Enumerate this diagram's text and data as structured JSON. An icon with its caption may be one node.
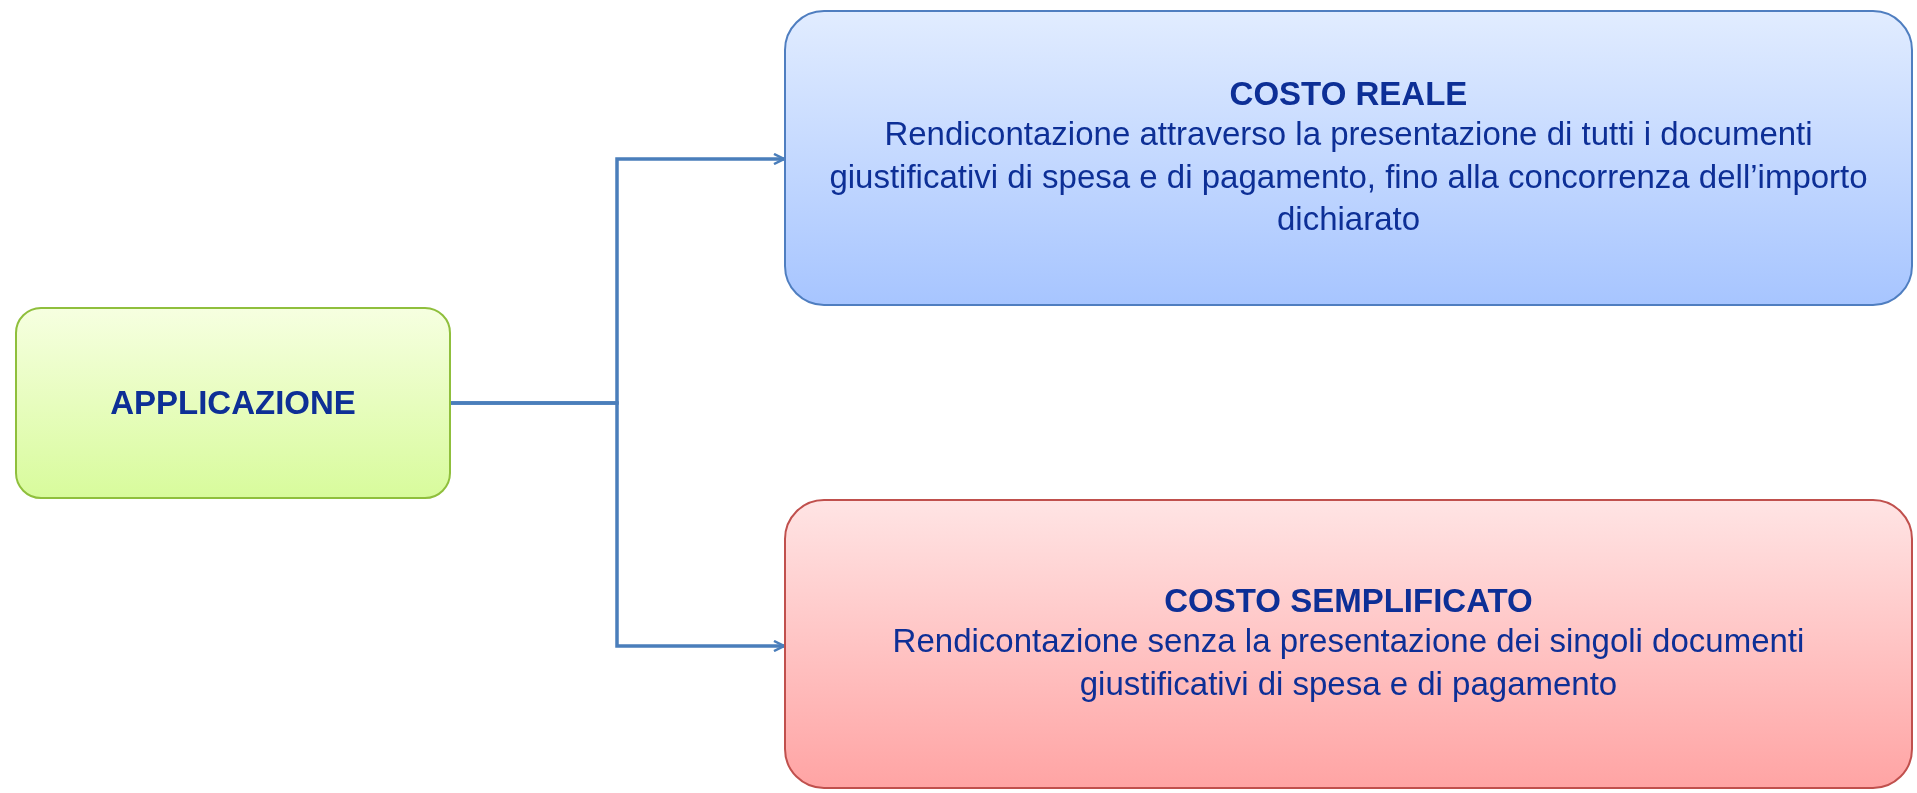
{
  "diagram": {
    "nodes": [
      {
        "text": [
          "APPLICAZIONE"
        ]
      },
      {
        "text": [
          "COSTO REALE",
          "Rendicontazione attraverso la presentazione di tutti i documenti giustificativi di spesa e di pagamento, fino alla concorrenza dell’importo dichiarato"
        ]
      },
      {
        "text": [
          "COSTO SEMPLIFICATO",
          "Rendicontazione senza la presentazione dei singoli documenti giustificativi di spesa e di pagamento"
        ]
      }
    ],
    "edges": [
      {
        "from": 0,
        "to": 1,
        "arrow": "to"
      },
      {
        "from": 0,
        "to": 2,
        "arrow": "to"
      }
    ]
  }
}
